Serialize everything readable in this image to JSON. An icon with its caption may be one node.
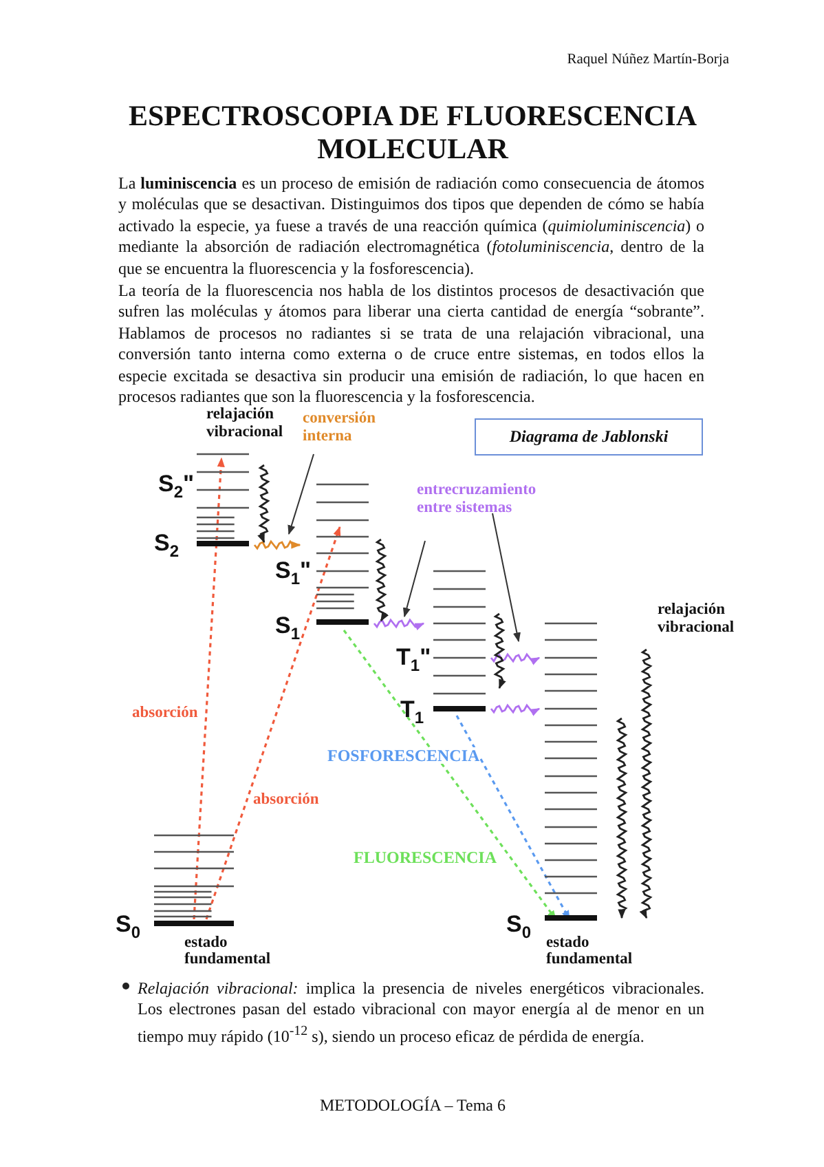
{
  "diagram": {
    "title": "ESPECTROSCOPIA DE FLUORESCENCIA MOLECULAR",
    "nodes": [
      {
        "text": [],
        "shape": "bar",
        "beside": [
          "S$_{2}$\"",
          "S$_{2}$"
        ]
      },
      {
        "text": [],
        "shape": "bar",
        "beside": [
          "S$_{1}$\"",
          "S$_{1}$"
        ]
      },
      {
        "text": [],
        "shape": "bar",
        "beside": [
          "T$_{1}$\"",
          "T$_{1}$"
        ]
      },
      {
        "text": [],
        "shape": "bar",
        "beside": [
          "S$_{0}$",
          "estado fundamental"
        ]
      },
      {
        "text": [],
        "shape": "bar",
        "beside": [
          "S$_{0}$",
          "estado fundamental"
        ]
      },
      {
        "text": [
          "conversión interna"
        ]
      },
      {
        "text": [
          "entrecruzamiento entre sistemas"
        ]
      },
      {
        "text": [
          "Diagrama de Jablonski"
        ]
      }
    ],
    "edges": [
      {
        "from": 3,
        "to": 0,
        "arrow": "to",
        "label": "absorción",
        "style": "dashed",
        "color": "#f05a3c"
      },
      {
        "from": 3,
        "to": 1,
        "arrow": "to",
        "label": "absorción",
        "style": "dashed",
        "color": "#f05a3c"
      },
      {
        "from": 0,
        "to": 1,
        "arrow": "to",
        "color": "#e08a2a"
      },
      {
        "from": 1,
        "to": 2,
        "arrow": "to",
        "color": "#b070f0"
      },
      {
        "from": 2,
        "to": 4,
        "arrow": "to",
        "color": "#b070f0"
      },
      {
        "from": 2,
        "to": 4,
        "arrow": "to",
        "color": "#b070f0"
      },
      {
        "from": 1,
        "to": 4,
        "arrow": "to",
        "label": "FLUORESCENCIA",
        "style": "dashed",
        "color": "#6de05a"
      },
      {
        "from": 2,
        "to": 4,
        "arrow": "to",
        "label": "FOSFORESCENCIA",
        "style": "dashed",
        "color": "#5a9af0"
      },
      {
        "from": 5,
        "to": 1,
        "arrow": "to",
        "color": "#333333"
      },
      {
        "from": 6,
        "to": 2,
        "arrow": "to",
        "color": "#333333"
      },
      {
        "from": 6,
        "to": 4,
        "arrow": "to",
        "color": "#333333"
      },
      {
        "from": null,
        "to": 0,
        "arrow": "to",
        "color": "#222222"
      },
      {
        "from": null,
        "to": 1,
        "arrow": "to",
        "color": "#222222"
      },
      {
        "from": null,
        "to": 2,
        "arrow": "to",
        "color": "#222222"
      },
      {
        "from": null,
        "to": 4,
        "arrow": "to",
        "color": "#222222"
      },
      {
        "from": null,
        "to": 4,
        "arrow": "to",
        "color": "#222222"
      }
    ],
    "labels": [
      "Raquel Núñez Martín-Borja",
      "La **luminiscencia** es un proceso de emisión de radiación como consecuencia de átomos y moléculas que se desactivan. Distinguimos dos tipos que dependen de cómo se había activado la especie, ya fuese a través de una reacción química (*quimioluminiscencia*) o mediante la absorción de radiación electromagnética (*fotoluminiscencia*, dentro de la que se encuentra la fluorescencia y la fosforescencia).",
      "La teoría de la fluorescencia nos habla de los distintos procesos de desactivación que sufren las moléculas y átomos para liberar una cierta cantidad de energía “sobrante”. Hablamos de procesos no radiantes si se trata de una relajación vibracional, una conversión tanto interna como externa o de cruce entre sistemas, en todos ellos la especie excitada se desactiva sin producir una emisión de radiación, lo que hacen en procesos radiantes que son la fluorescencia y la fosforescencia.",
      "relajación vibracional",
      "relajación vibracional",
      "*Relajación vibracional:* implica la presencia de niveles energéticos vibracionales. Los electrones pasan del estado vibracional con mayor energía al de menor en un tiempo muy rápido (10$^{-12}$ s), siendo un proceso eficaz de pérdida de energía.",
      "METODOLOGÍA – Tema 6"
    ]
  }
}
